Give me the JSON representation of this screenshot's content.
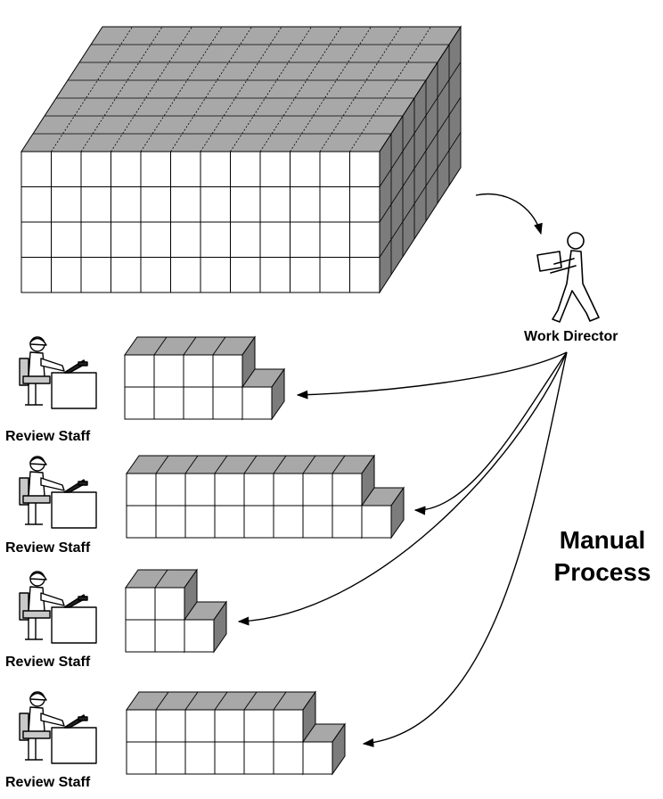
{
  "director": {
    "label": "Work Director"
  },
  "staff": [
    {
      "label": "Review Staff",
      "front_columns": 4,
      "rows": 2
    },
    {
      "label": "Review Staff",
      "front_columns": 8,
      "rows": 2
    },
    {
      "label": "Review Staff",
      "front_columns": 2,
      "rows": 2
    },
    {
      "label": "Review Staff",
      "front_columns": 6,
      "rows": 2
    }
  ],
  "title": {
    "line1": "Manual",
    "line2": "Process"
  },
  "colors": {
    "box_top": "#a8a8a8",
    "box_side": "#7c7c7c",
    "box_front": "#ffffff",
    "stroke": "#000000"
  },
  "icons": {
    "director": "walking-person-carrying-box-icon",
    "staff": "seated-person-at-desk-icon"
  }
}
